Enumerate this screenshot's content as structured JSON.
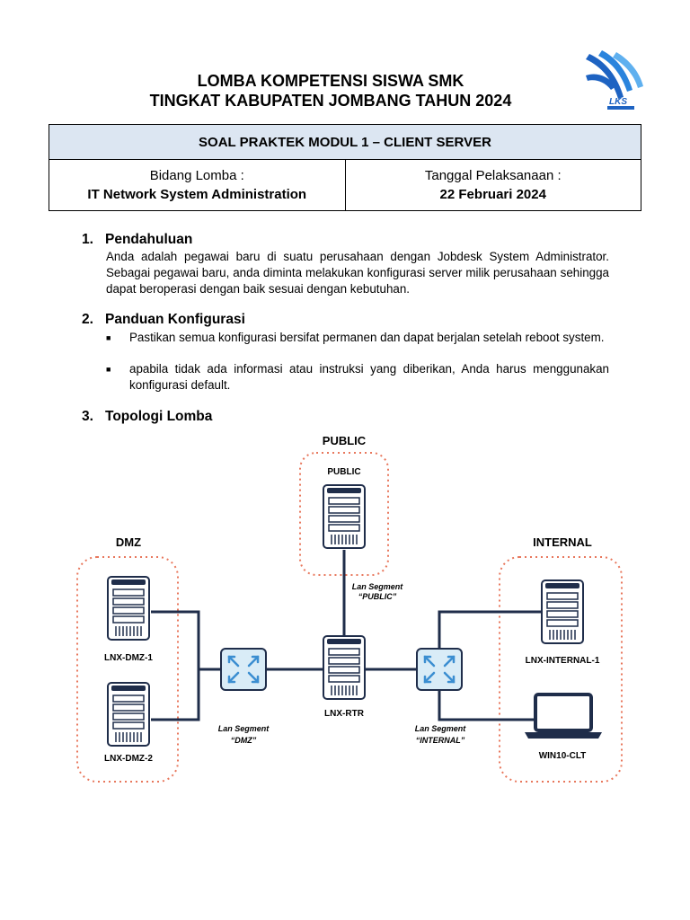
{
  "header": {
    "title_line1": "LOMBA KOMPETENSI SISWA SMK",
    "title_line2": "TINGKAT KABUPATEN JOMBANG TAHUN 2024",
    "logo_text": "LKS"
  },
  "info_table": {
    "heading": "SOAL PRAKTEK MODUL 1 – CLIENT SERVER",
    "left_label": "Bidang Lomba :",
    "left_value": "IT Network System Administration",
    "right_label": "Tanggal Pelaksanaan :",
    "right_value": "22 Februari 2024"
  },
  "sections": [
    {
      "number": "1.",
      "title": "Pendahuluan",
      "text": "Anda adalah pegawai baru di suatu perusahaan dengan Jobdesk System Administrator. Sebagai pegawai baru, anda diminta melakukan konfigurasi server milik perusahaan sehingga dapat beroperasi dengan baik sesuai dengan kebutuhan."
    },
    {
      "number": "2.",
      "title": "Panduan Konfigurasi",
      "bullets": [
        "Pastikan semua konfigurasi bersifat permanen dan dapat berjalan setelah reboot system.",
        "apabila tidak ada informasi atau instruksi yang diberikan, Anda harus menggunakan konfigurasi default."
      ]
    },
    {
      "number": "3.",
      "title": "Topologi Lomba"
    }
  ],
  "topology": {
    "zones": {
      "public": "PUBLIC",
      "dmz": "DMZ",
      "internal": "INTERNAL"
    },
    "nodes": {
      "public": "PUBLIC",
      "dmz1": "LNX-DMZ-1",
      "dmz2": "LNX-DMZ-2",
      "rtr": "LNX-RTR",
      "internal1": "LNX-INTERNAL-1",
      "win": "WIN10-CLT"
    },
    "segments": {
      "public_label": "Lan Segment",
      "public_name": "“PUBLIC”",
      "dmz_label": "Lan Segment",
      "dmz_name": "“DMZ”",
      "internal_label": "Lan Segment",
      "internal_name": "“INTERNAL”"
    },
    "colors": {
      "zone_border": "#e8775c",
      "line": "#1f2d4a",
      "switch": "#d9ecf7"
    }
  }
}
